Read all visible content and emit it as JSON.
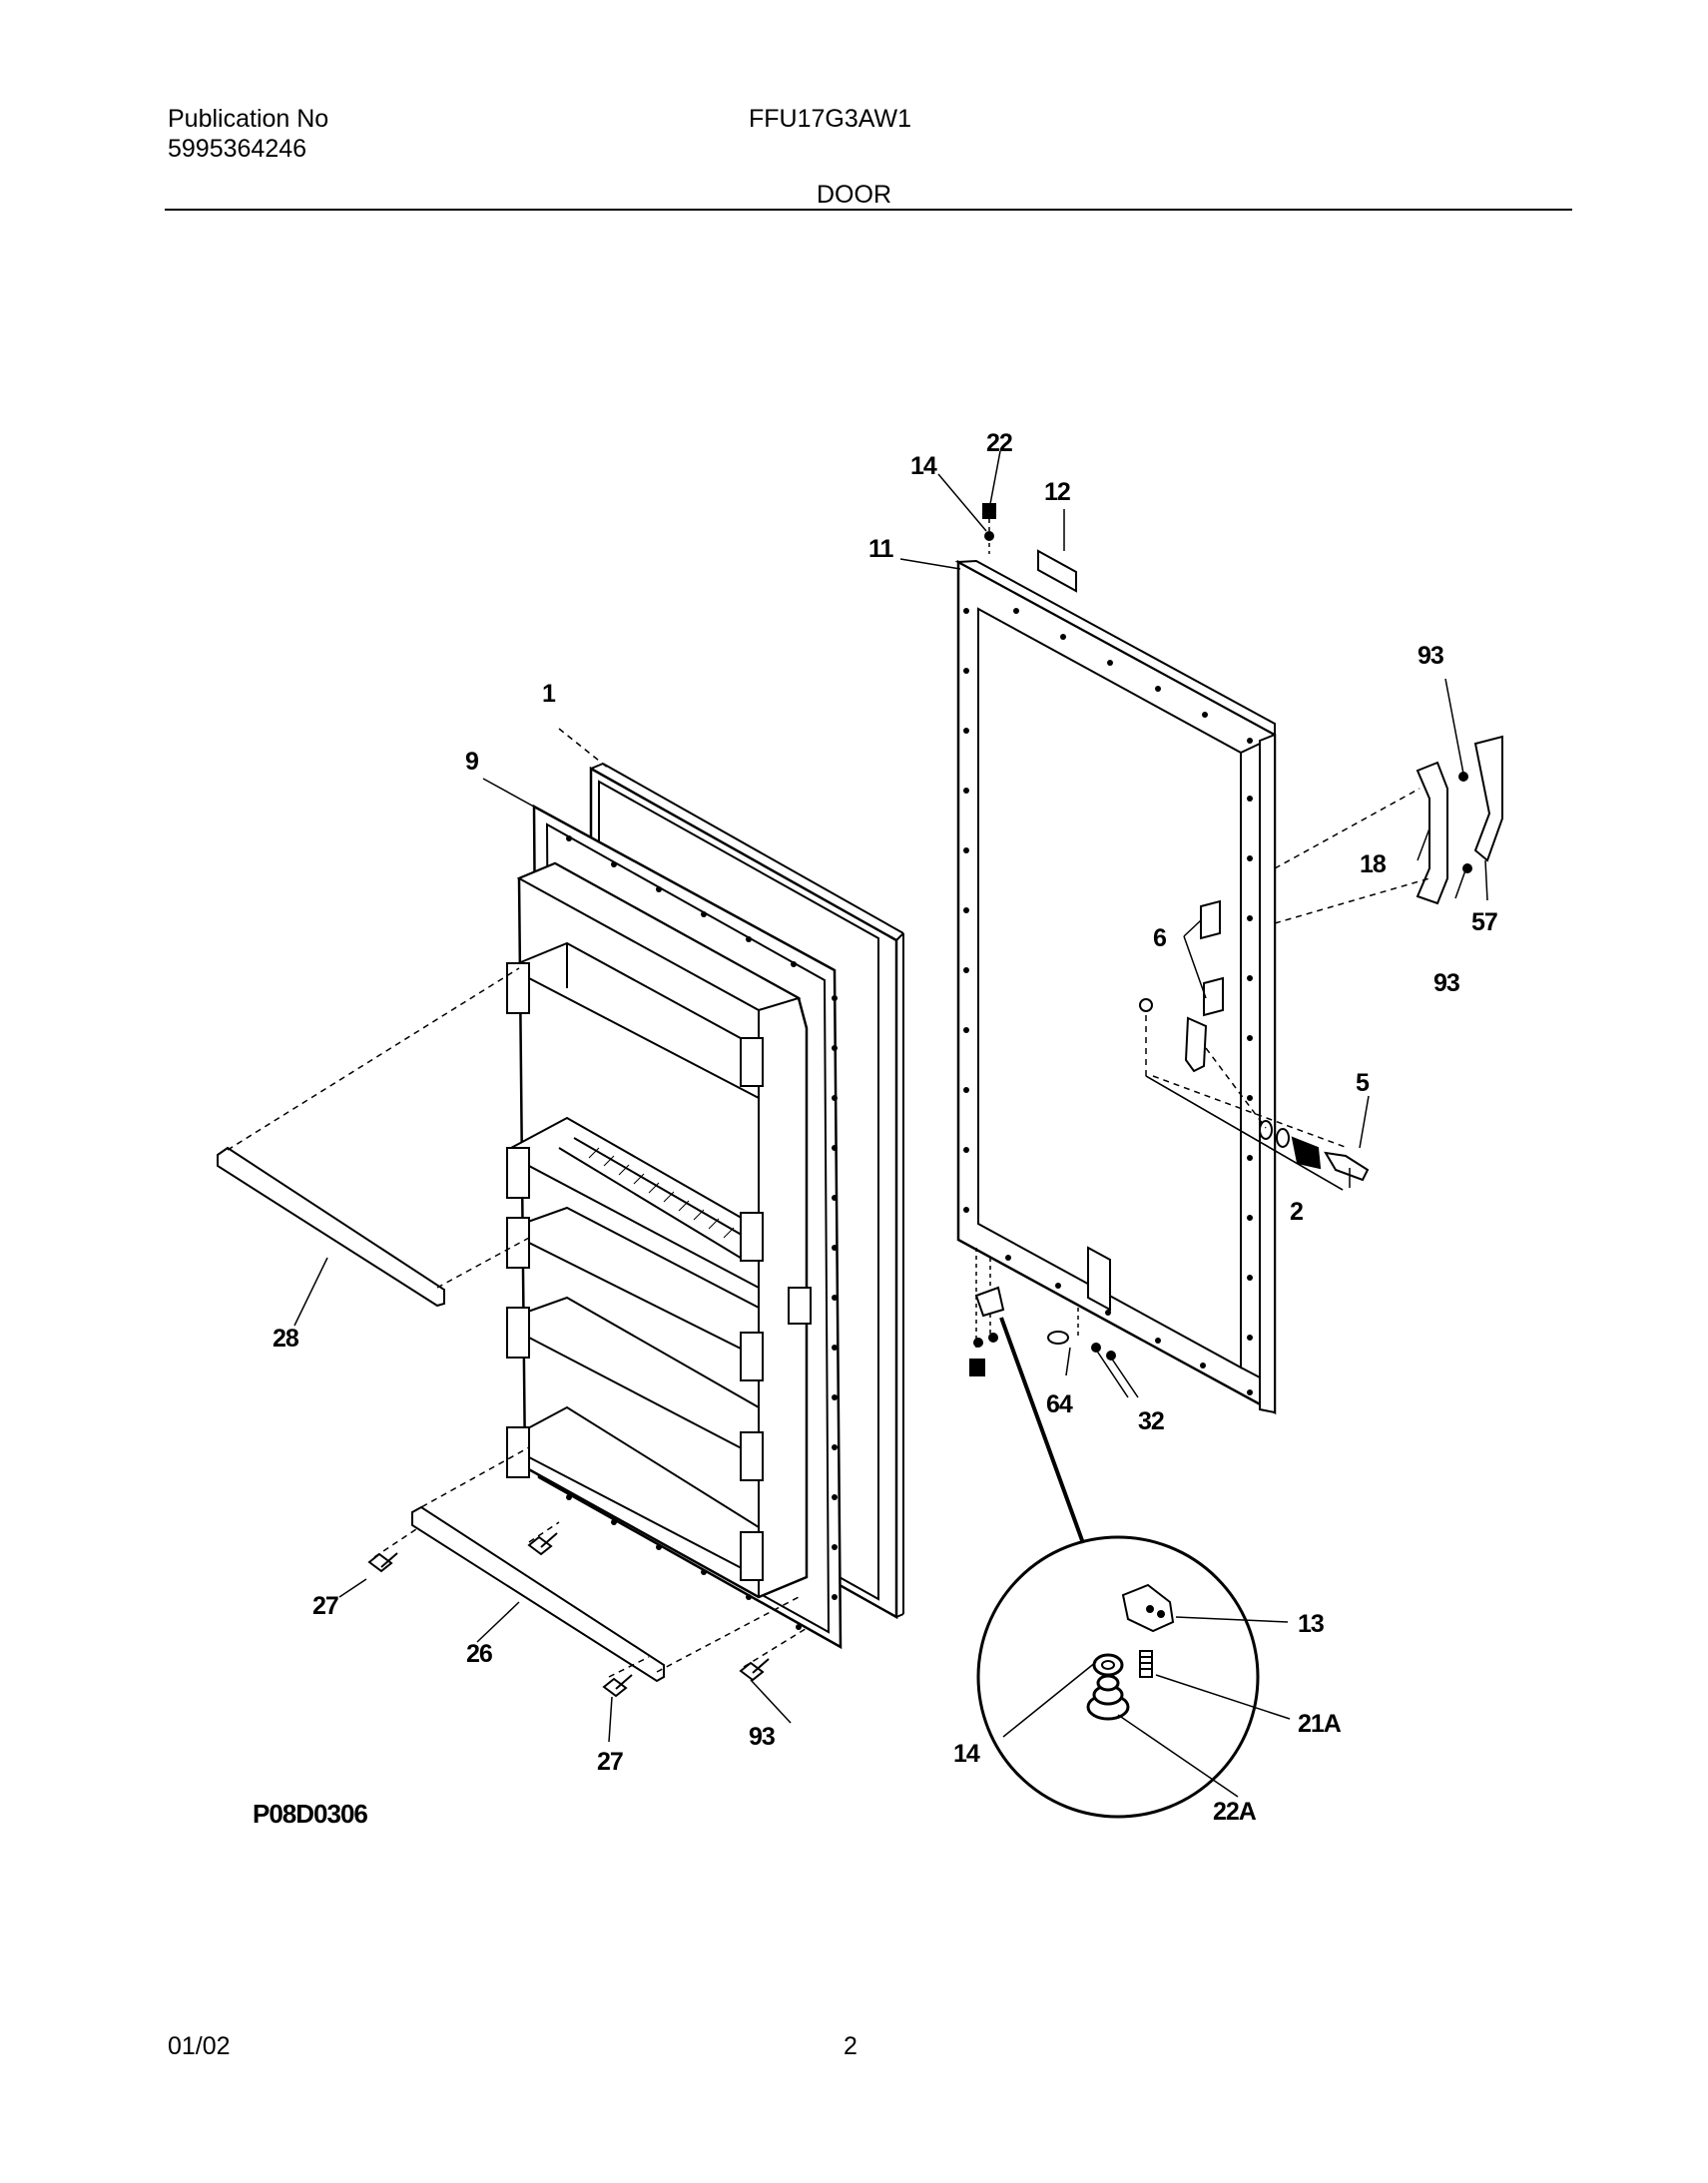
{
  "header": {
    "publication_label": "Publication No",
    "publication_number": "5995364246",
    "model": "FFU17G3AW1",
    "section": "DOOR"
  },
  "diagram": {
    "code": "P08D0306",
    "callouts": {
      "c22_top": "22",
      "c14_top": "14",
      "c12": "12",
      "c11": "11",
      "c93_top": "93",
      "c1": "1",
      "c9": "9",
      "c18": "18",
      "c57": "57",
      "c6": "6",
      "c93_mid": "93",
      "c5": "5",
      "c2": "2",
      "c28": "28",
      "c64": "64",
      "c32": "32",
      "c13": "13",
      "c27_left": "27",
      "c26": "26",
      "c21a": "21A",
      "c93_bottom": "93",
      "c14_bottom": "14",
      "c27_bottom": "27",
      "c22a": "22A"
    }
  },
  "footer": {
    "date": "01/02",
    "page": "2"
  }
}
